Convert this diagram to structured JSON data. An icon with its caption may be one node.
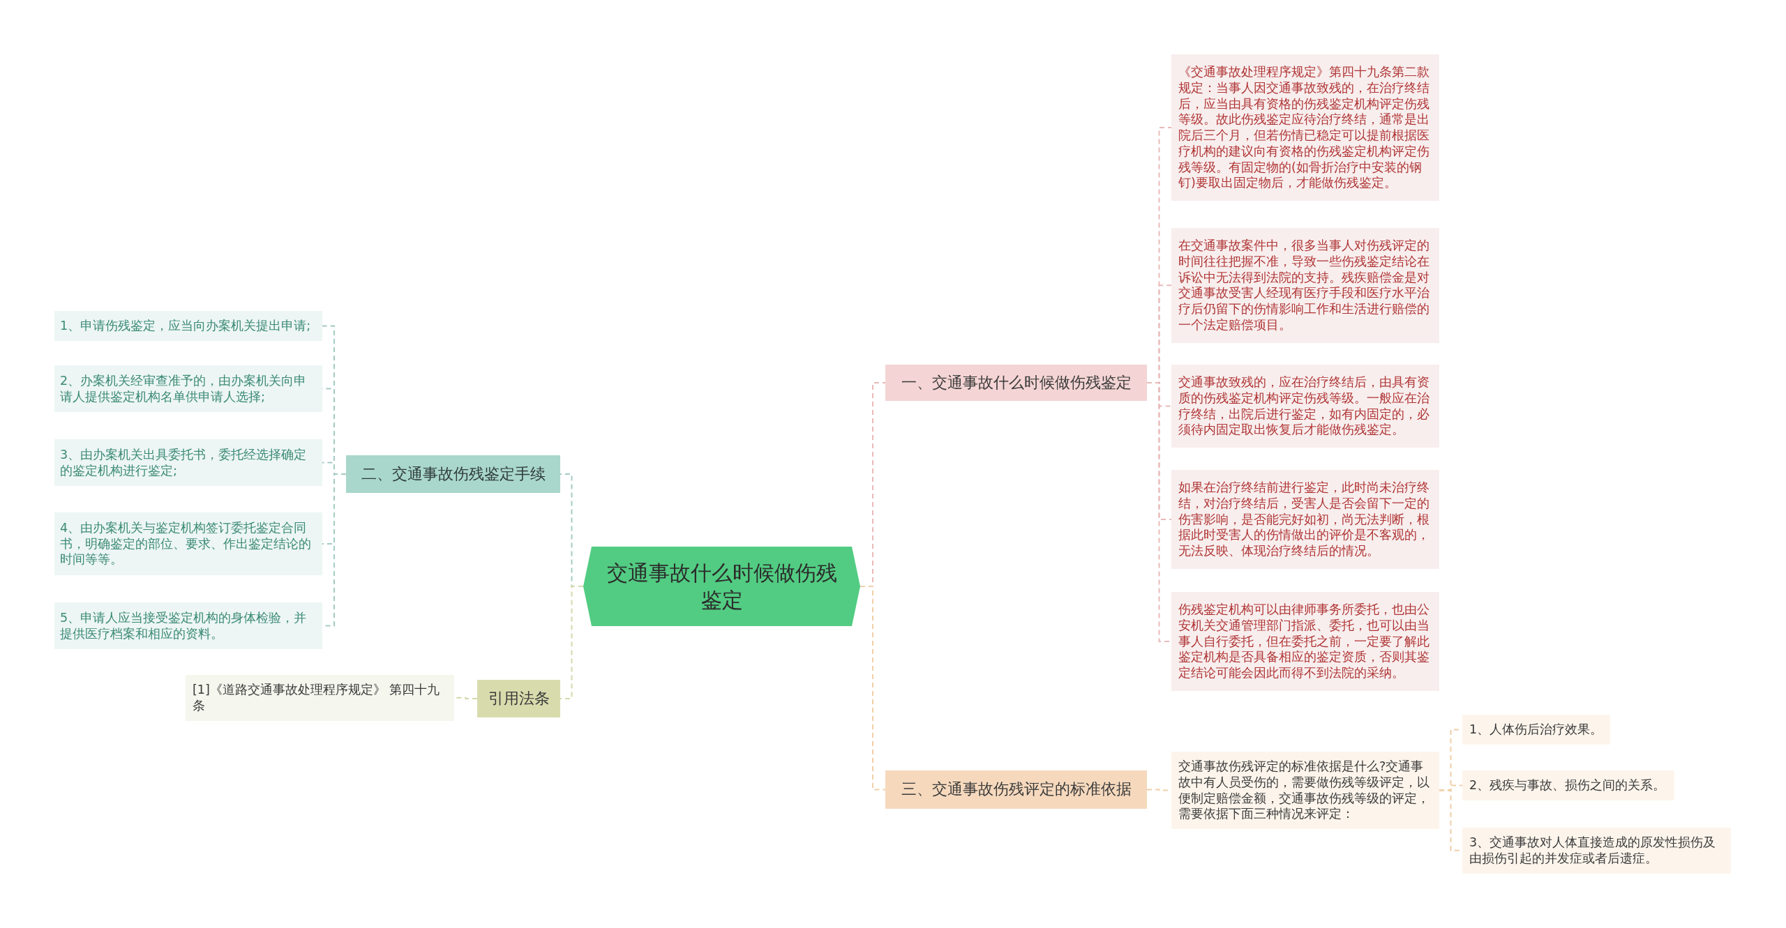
{
  "diagram": {
    "nodes": [
      {
        "text": [
          "交通事故什么时候做伤残鉴定"
        ]
      },
      {
        "text": [
          "一、交通事故什么时候做伤残鉴定"
        ]
      },
      {
        "text": [
          "《交通事故处理程序规定》第四十九条第二款规定：当事人因交通事故致残的，在治疗终结后，应当由具有资格的伤残鉴定机构评定伤残等级。故此伤残鉴定应待治疗终结，通常是出院后三个月，但若伤情已稳定可以提前根据医疗机构的建议向有资格的伤残鉴定机构评定伤残等级。有固定物的(如骨折治疗中安装的钢钉)要取出固定物后，才能做伤残鉴定。"
        ]
      },
      {
        "text": [
          "在交通事故案件中，很多当事人对伤残评定的时间往往把握不准，导致一些伤残鉴定结论在诉讼中无法得到法院的支持。残疾赔偿金是对交通事故受害人经现有医疗手段和医疗水平治疗后仍留下的伤情影响工作和生活进行赔偿的一个法定赔偿项目。"
        ]
      },
      {
        "text": [
          "交通事故致残的，应在治疗终结后，由具有资质的伤残鉴定机构评定伤残等级。一般应在治疗终结，出院后进行鉴定，如有内固定的，必须待内固定取出恢复后才能做伤残鉴定。"
        ]
      },
      {
        "text": [
          "如果在治疗终结前进行鉴定，此时尚未治疗终结，对治疗终结后，受害人是否会留下一定的伤害影响，是否能完好如初，尚无法判断，根据此时受害人的伤情做出的评价是不客观的，无法反映、体现治疗终结后的情况。"
        ]
      },
      {
        "text": [
          "伤残鉴定机构可以由律师事务所委托，也由公安机关交通管理部门指派、委托，也可以由当事人自行委托，但在委托之前，一定要了解此鉴定机构是否具备相应的鉴定资质，否则其鉴定结论可能会因此而得不到法院的采纳。"
        ]
      },
      {
        "text": [
          "三、交通事故伤残评定的标准依据"
        ]
      },
      {
        "text": [
          "交通事故伤残评定的标准依据是什么?交通事故中有人员受伤的，需要做伤残等级评定，以便制定赔偿金额，交通事故伤残等级的评定，需要依据下面三种情况来评定："
        ]
      },
      {
        "text": [
          "1、人体伤后治疗效果。"
        ]
      },
      {
        "text": [
          "2、残疾与事故、损伤之间的关系。"
        ]
      },
      {
        "text": [
          "3、交通事故对人体直接造成的原发性损伤及由损伤引起的并发症或者后遗症。"
        ]
      },
      {
        "text": [
          "二、交通事故伤残鉴定手续"
        ]
      },
      {
        "text": [
          "1、申请伤残鉴定，应当向办案机关提出申请;"
        ]
      },
      {
        "text": [
          "2、办案机关经审查准予的，由办案机关向申请人提供鉴定机构名单供申请人选择;"
        ]
      },
      {
        "text": [
          "3、由办案机关出具委托书，委托经选择确定的鉴定机构进行鉴定;"
        ]
      },
      {
        "text": [
          "4、由办案机关与鉴定机构签订委托鉴定合同书，明确鉴定的部位、要求、作出鉴定结论的时间等等。"
        ]
      },
      {
        "text": [
          "5、申请人应当接受鉴定机构的身体检验，并提供医疗档案和相应的资料。"
        ]
      },
      {
        "text": [
          "引用法条"
        ]
      },
      {
        "text": [
          "[1]《道路交通事故处理程序规定》 第四十九条"
        ]
      }
    ],
    "edges": [
      {
        "from": 0,
        "to": 1,
        "arrow": "none",
        "style": "dashed",
        "color": "#e9b9b9"
      },
      {
        "from": 1,
        "to": 2,
        "arrow": "none",
        "style": "dashed",
        "color": "#e9b9b9"
      },
      {
        "from": 1,
        "to": 3,
        "arrow": "none",
        "style": "dashed",
        "color": "#e9b9b9"
      },
      {
        "from": 1,
        "to": 4,
        "arrow": "none",
        "style": "dashed",
        "color": "#e9b9b9"
      },
      {
        "from": 1,
        "to": 5,
        "arrow": "none",
        "style": "dashed",
        "color": "#e9b9b9"
      },
      {
        "from": 1,
        "to": 6,
        "arrow": "none",
        "style": "dashed",
        "color": "#e9b9b9"
      },
      {
        "from": 0,
        "to": 7,
        "arrow": "none",
        "style": "dashed",
        "color": "#f0cfa8"
      },
      {
        "from": 7,
        "to": 8,
        "arrow": "none",
        "style": "dashed",
        "color": "#f0cfa8"
      },
      {
        "from": 8,
        "to": 9,
        "arrow": "none",
        "style": "dashed",
        "color": "#f0cfa8"
      },
      {
        "from": 8,
        "to": 10,
        "arrow": "none",
        "style": "dashed",
        "color": "#f0cfa8"
      },
      {
        "from": 8,
        "to": 11,
        "arrow": "none",
        "style": "dashed",
        "color": "#f0cfa8"
      },
      {
        "from": 0,
        "to": 12,
        "arrow": "none",
        "style": "dashed",
        "color": "#a3cbc3"
      },
      {
        "from": 12,
        "to": 13,
        "arrow": "none",
        "style": "dashed",
        "color": "#a3cbc3"
      },
      {
        "from": 12,
        "to": 14,
        "arrow": "none",
        "style": "dashed",
        "color": "#a3cbc3"
      },
      {
        "from": 12,
        "to": 15,
        "arrow": "none",
        "style": "dashed",
        "color": "#a3cbc3"
      },
      {
        "from": 12,
        "to": 16,
        "arrow": "none",
        "style": "dashed",
        "color": "#a3cbc3"
      },
      {
        "from": 12,
        "to": 17,
        "arrow": "none",
        "style": "dashed",
        "color": "#a3cbc3"
      },
      {
        "from": 0,
        "to": 18,
        "arrow": "none",
        "style": "dashed",
        "color": "#d6d8aa"
      },
      {
        "from": 18,
        "to": 19,
        "arrow": "none",
        "style": "dashed",
        "color": "#d6d8aa"
      }
    ]
  }
}
